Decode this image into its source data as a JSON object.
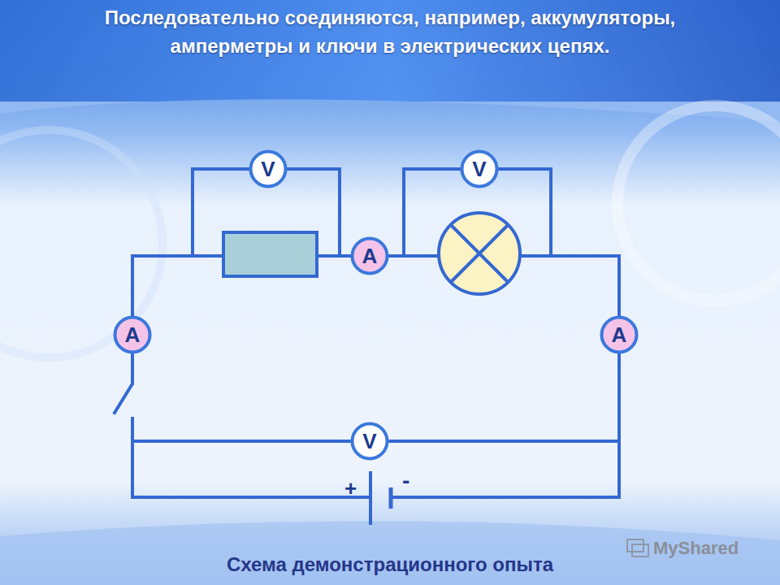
{
  "diagram": {
    "title": "Последовательно соединяются, например, аккумуляторы, амперметры и ключи в электрических цепях.",
    "caption": "Схема демонстрационного опыта",
    "nodes": [
      {
        "text": [
          "V"
        ]
      },
      {
        "text": [
          "V"
        ]
      },
      {
        "text": [
          "A"
        ]
      },
      {
        "text": [
          "A"
        ]
      },
      {
        "text": [
          "A"
        ]
      },
      {
        "text": [
          "V"
        ]
      }
    ],
    "labels": [
      "+",
      "-",
      "MyShared"
    ]
  }
}
